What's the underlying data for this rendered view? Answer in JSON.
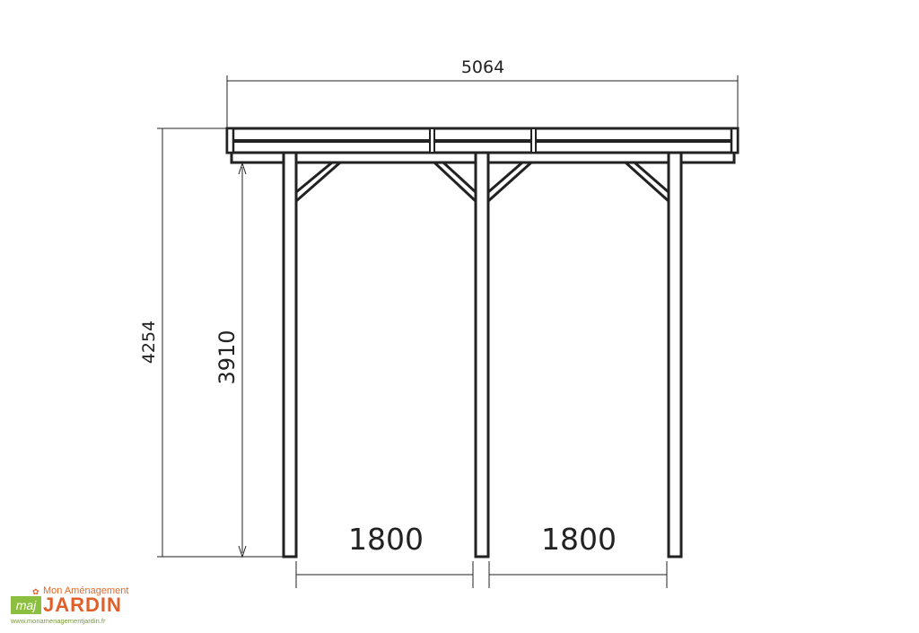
{
  "dimensions": {
    "total_width": "5064",
    "total_height": "4254",
    "clear_height": "3910",
    "span_left": "1800",
    "span_right": "1800"
  },
  "logo": {
    "tagline": "Mon Aménagement",
    "brand": "JARDIN",
    "mark": "maj",
    "url": "www.monamenagementjardin.fr",
    "colors": {
      "orange": "#e0602a",
      "green": "#8cbf3f"
    }
  }
}
